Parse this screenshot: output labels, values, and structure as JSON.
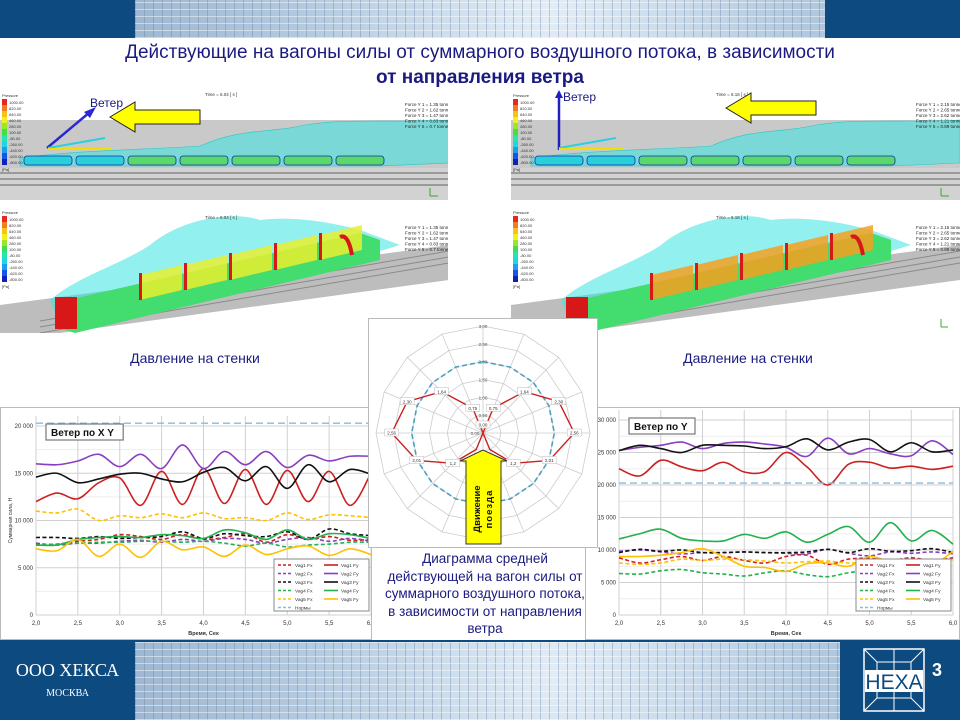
{
  "header": {
    "title_line1": "Действующие на вагоны силы от суммарного воздушного потока, в зависимости",
    "title_line2": "от направления ветра"
  },
  "sims": {
    "wind_label": "Ветер",
    "pressure_title": "Pressure",
    "pressure_scale": [
      "1000.00",
      "820.00",
      "640.00",
      "460.00",
      "280.00",
      "100.00",
      "-80.00",
      "-260.00",
      "-440.00",
      "-620.00",
      "-800.00"
    ],
    "pressure_unit": "[Pa]",
    "left": {
      "time": "Time = 6.04 [ s ]",
      "forces": [
        "Force Y 1 = 1.35 tonne",
        "Force Y 2 = 1.62 tonne",
        "Force Y 3 = 1.47 tonne",
        "Force Y 4 = 0.83 tonne",
        "Force Y 5 = 0.7 tonne"
      ]
    },
    "right": {
      "time": "Time = 6.16 [ s ]",
      "forces": [
        "Force Y 1 = 2.15 tonne",
        "Force Y 2 = 2.65 tonne",
        "Force Y 3 = 2.62 tonne",
        "Force Y 4 = 1.21 tonne",
        "Force Y 5 = 0.89 tonne"
      ]
    }
  },
  "labels": {
    "pressure_left": "Давление на стенки",
    "pressure_right": "Давление на стенки",
    "caption": "Диаграмма средней действующей на вагон силы от суммарного воздушного потока, в зависимости от направления ветра",
    "train_motion_line1": "Движение",
    "train_motion_line2": "поезда"
  },
  "colors": {
    "navy": "#0d4a80",
    "title": "#1a1a80",
    "red": "#cc2020",
    "purple": "#8a3fc0",
    "black": "#111111",
    "green": "#22b14c",
    "yellow": "#ffc000",
    "norm": "#7fbfdc",
    "arrow": "#ffff00"
  },
  "chart_data": [
    {
      "type": "line",
      "title": "Ветер по X Y",
      "xlabel": "Время, Сек",
      "ylabel": "Суммарная сила, Н",
      "xlim": [
        2,
        6
      ],
      "ylim": [
        0,
        20000
      ],
      "xticks": [
        "2,0",
        "2,5",
        "3,0",
        "3,5",
        "4,0",
        "4,5",
        "5,0",
        "5,5",
        "6,0"
      ],
      "yticks": [
        "0",
        "5 000",
        "10 000",
        "15 000",
        "20 000"
      ],
      "legend": "bottom-right",
      "x": [
        2,
        2.25,
        2.5,
        2.75,
        3,
        3.25,
        3.5,
        3.75,
        4,
        4.25,
        4.5,
        4.75,
        5,
        5.25,
        5.5,
        5.75,
        6
      ],
      "series": [
        {
          "name": "Vag1 Fx",
          "color": "#cc2020",
          "dashed": true,
          "values": [
            7500,
            7500,
            7800,
            8000,
            8500,
            8300,
            8000,
            8500,
            8000,
            8200,
            8600,
            7700,
            8500,
            8000,
            8300,
            7900,
            8000
          ]
        },
        {
          "name": "Vag1 Fy",
          "color": "#cc2020",
          "dashed": false,
          "values": [
            12000,
            12900,
            12300,
            14000,
            14500,
            11600,
            15200,
            11700,
            15500,
            11800,
            15400,
            11700,
            15300,
            12000,
            15200,
            11600,
            15000
          ]
        },
        {
          "name": "Vag2 Fx",
          "color": "#8a3fc0",
          "dashed": true,
          "values": [
            7600,
            7400,
            7600,
            7600,
            7800,
            7900,
            7700,
            8000,
            7800,
            8100,
            8000,
            7600,
            8000,
            8200,
            7800,
            8100,
            7800
          ]
        },
        {
          "name": "Vag2 Fy",
          "color": "#8a3fc0",
          "dashed": false,
          "values": [
            16000,
            15900,
            16300,
            17000,
            15700,
            17000,
            15500,
            18000,
            15500,
            17300,
            15900,
            17300,
            15600,
            16900,
            16300,
            16800,
            16800
          ]
        },
        {
          "name": "Vag3 Fx",
          "color": "#111111",
          "dashed": true,
          "values": [
            8200,
            8200,
            8100,
            8300,
            8100,
            8200,
            8300,
            8800,
            8100,
            8600,
            8400,
            8300,
            8800,
            8000,
            9100,
            8600,
            8400
          ]
        },
        {
          "name": "Vag3 Fy",
          "color": "#111111",
          "dashed": false,
          "values": [
            14600,
            15000,
            14000,
            14400,
            14900,
            15000,
            14400,
            14100,
            15100,
            15600,
            14200,
            15700,
            13400,
            15900,
            14100,
            15400,
            14900
          ]
        },
        {
          "name": "Vag4 Fx",
          "color": "#22b14c",
          "dashed": true,
          "values": [
            7400,
            7500,
            7600,
            7700,
            7700,
            7800,
            7800,
            7700,
            7800,
            7600,
            7300,
            7600,
            7200,
            7400,
            7500,
            7700,
            7700
          ]
        },
        {
          "name": "Vag4 Fy",
          "color": "#22b14c",
          "dashed": false,
          "values": [
            7400,
            7400,
            8000,
            8200,
            8300,
            8200,
            8500,
            8400,
            8100,
            9000,
            8700,
            8000,
            9000,
            8000,
            8600,
            8500,
            8100
          ]
        },
        {
          "name": "Vag5 Fx",
          "color": "#ffc000",
          "dashed": true,
          "values": [
            11000,
            10800,
            11200,
            10000,
            10500,
            10300,
            10700,
            10300,
            10800,
            10200,
            10300,
            10000,
            10800,
            10100,
            10600,
            10500,
            10300
          ]
        },
        {
          "name": "Vag5 Fy",
          "color": "#ffc000",
          "dashed": false,
          "values": [
            7000,
            6800,
            8000,
            6200,
            7500,
            6100,
            7800,
            6900,
            7200,
            6200,
            7400,
            6400,
            7000,
            7300,
            6300,
            7000,
            6400
          ]
        },
        {
          "name": "Нормы",
          "color": "#7fbfdc",
          "dashed": true,
          "norm": true,
          "values": [
            20300,
            20300,
            20300,
            20300,
            20300,
            20300,
            20300,
            20300,
            20300,
            20300,
            20300,
            20300,
            20300,
            20300,
            20300,
            20300,
            20300
          ]
        }
      ]
    },
    {
      "type": "line",
      "title": "Ветер по Y",
      "xlabel": "Время, Сек",
      "ylabel": "",
      "xlim": [
        2,
        6
      ],
      "ylim": [
        0,
        30000
      ],
      "xticks": [
        "2,0",
        "2,5",
        "3,0",
        "3,5",
        "4,0",
        "4,5",
        "5,0",
        "5,5",
        "6,0"
      ],
      "yticks": [
        "0",
        "5 000",
        "10 000",
        "15 000",
        "20 000",
        "25 000",
        "30 000"
      ],
      "legend": "bottom-right",
      "x": [
        2,
        2.25,
        2.5,
        2.75,
        3,
        3.25,
        3.5,
        3.75,
        4,
        4.25,
        4.5,
        4.75,
        5,
        5.25,
        5.5,
        5.75,
        6
      ],
      "series": [
        {
          "name": "Vag1 Fx",
          "color": "#cc2020",
          "dashed": true,
          "values": [
            8800,
            8000,
            8500,
            9000,
            8400,
            9000,
            8400,
            8000,
            9000,
            9200,
            7800,
            8600,
            8700,
            8400,
            8800,
            8400,
            8800
          ]
        },
        {
          "name": "Vag1 Fy",
          "color": "#cc2020",
          "dashed": false,
          "values": [
            22500,
            21400,
            23800,
            22800,
            22200,
            23500,
            22000,
            22100,
            25000,
            22800,
            20000,
            23200,
            23500,
            22600,
            22900,
            22400,
            22900
          ]
        },
        {
          "name": "Vag2 Fx",
          "color": "#8a3fc0",
          "dashed": true,
          "values": [
            9800,
            10000,
            9700,
            9400,
            9600,
            9600,
            9700,
            9600,
            9500,
            9400,
            10100,
            9500,
            9100,
            9700,
            9500,
            9700,
            9400
          ]
        },
        {
          "name": "Vag2 Fy",
          "color": "#8a3fc0",
          "dashed": false,
          "values": [
            25300,
            25800,
            26100,
            26600,
            25600,
            26400,
            26600,
            26300,
            25800,
            24400,
            27200,
            24800,
            25600,
            24800,
            24500,
            26800,
            24700
          ]
        },
        {
          "name": "Vag3 Fx",
          "color": "#111111",
          "dashed": true,
          "values": [
            9600,
            10100,
            9800,
            10000,
            9600,
            9600,
            9700,
            9600,
            9600,
            9700,
            10100,
            9600,
            10200,
            9800,
            9900,
            10200,
            9600
          ]
        },
        {
          "name": "Vag3 Fy",
          "color": "#111111",
          "dashed": false,
          "values": [
            25300,
            26100,
            25600,
            25000,
            26100,
            26100,
            26000,
            25600,
            25900,
            27100,
            25400,
            26600,
            27000,
            25100,
            26500,
            25100,
            25400
          ]
        },
        {
          "name": "Vag4 Fx",
          "color": "#22b14c",
          "dashed": true,
          "values": [
            6400,
            6300,
            6800,
            7000,
            6500,
            6300,
            6000,
            6500,
            6800,
            6200,
            5900,
            6500,
            6900,
            7000,
            7000,
            7500,
            6400
          ]
        },
        {
          "name": "Vag4 Fy",
          "color": "#22b14c",
          "dashed": false,
          "values": [
            11700,
            12500,
            13200,
            11800,
            11400,
            11400,
            12400,
            11800,
            12800,
            11200,
            12400,
            13600,
            11200,
            14200,
            11400,
            13000,
            10900
          ]
        },
        {
          "name": "Vag5 Fx",
          "color": "#ffc000",
          "dashed": true,
          "values": [
            8000,
            7800,
            8000,
            8600,
            8400,
            8600,
            8500,
            8300,
            8000,
            8200,
            8300,
            8000,
            8200,
            8100,
            8400,
            8400,
            8500
          ]
        },
        {
          "name": "Vag5 Fy",
          "color": "#ffc000",
          "dashed": false,
          "values": [
            9000,
            9000,
            9200,
            9600,
            10200,
            9000,
            7500,
            7300,
            6700,
            7900,
            8000,
            7500,
            9000,
            8200,
            8100,
            7700,
            9800
          ]
        },
        {
          "name": "Нормы",
          "color": "#7fbfdc",
          "dashed": true,
          "norm": true,
          "values": [
            20300,
            20300,
            20300,
            20300,
            20300,
            20300,
            20300,
            20300,
            20300,
            20300,
            20300,
            20300,
            20300,
            20300,
            20300,
            20300,
            20300
          ]
        }
      ]
    },
    {
      "type": "radar",
      "title": "",
      "rlim": [
        0,
        3
      ],
      "rticks": [
        "0,00",
        "0,50",
        "1,00",
        "1,50",
        "2,00",
        "2,50",
        "3,00"
      ],
      "angles_deg": [
        0,
        22.5,
        45,
        67.5,
        90,
        112.5,
        135,
        157.5,
        180,
        202.5,
        225,
        247.5,
        270,
        292.5,
        315,
        337.5
      ],
      "values": [
        0,
        0.75,
        1.64,
        2.3,
        2.56,
        2.01,
        1.2,
        0.5,
        0,
        0.5,
        1.2,
        2.01,
        2.56,
        2.3,
        1.64,
        0.75
      ],
      "value_labels": [
        "0,00",
        "0,75",
        "1,64",
        "2,30",
        "2,56",
        "2,01",
        "1,2",
        "",
        "",
        "",
        "1,2",
        "2,01",
        "2,56",
        "2,30",
        "1,64",
        "0,75"
      ],
      "center_label": "0,00",
      "norm": 2.0
    }
  ],
  "footer": {
    "company": "ООО ХЕКСА",
    "city": "МОСКВА",
    "logo_text": "HEXA",
    "page_number": "3"
  }
}
